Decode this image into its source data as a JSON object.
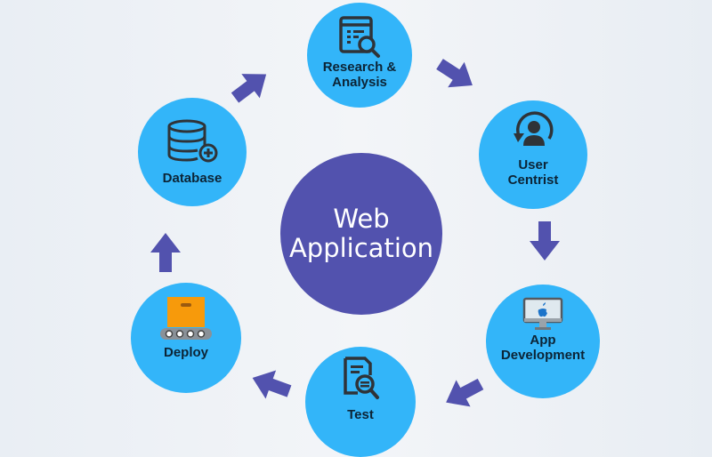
{
  "center": {
    "line1": "Web",
    "line2": "Application"
  },
  "nodes": [
    {
      "id": "research",
      "line1": "Research &",
      "line2": "Analysis",
      "icon": "research-report-icon"
    },
    {
      "id": "user",
      "line1": "User",
      "line2": "Centrist",
      "icon": "user-refresh-icon"
    },
    {
      "id": "app",
      "line1": "App",
      "line2": "Development",
      "icon": "apple-monitor-icon"
    },
    {
      "id": "test",
      "line1": "Test",
      "icon": "test-document-search-icon"
    },
    {
      "id": "deploy",
      "line1": "Deploy",
      "icon": "conveyor-box-icon"
    },
    {
      "id": "database",
      "line1": "Database",
      "icon": "database-add-icon"
    }
  ],
  "colors": {
    "node": "#33b5f9",
    "center": "#5252ae",
    "arrow": "#5252ae",
    "icon": "#2f3338",
    "box": "#f79a0b"
  }
}
